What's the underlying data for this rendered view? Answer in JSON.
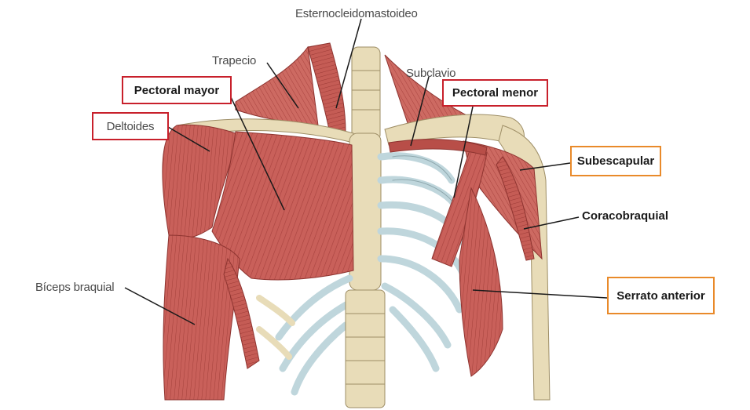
{
  "labels": {
    "esternocleidomastoideo": "Esternocleidomastoideo",
    "trapecio": "Trapecio",
    "subclavio": "Subclavio",
    "pectoral_mayor": "Pectoral mayor",
    "pectoral_menor": "Pectoral menor",
    "deltoides": "Deltoides",
    "subescapular": "Subescapular",
    "coracobraquial": "Coracobraquial",
    "biceps_braquial": "Bíceps braquial",
    "serrato_anterior": "Serrato anterior"
  },
  "colors": {
    "highlight_red": "#c8202b",
    "highlight_orange": "#e98a2a",
    "muscle": "#c9605a",
    "muscle_dark": "#a8423e",
    "bone": "#e8dcb8",
    "cartilage": "#bfd6dc"
  }
}
